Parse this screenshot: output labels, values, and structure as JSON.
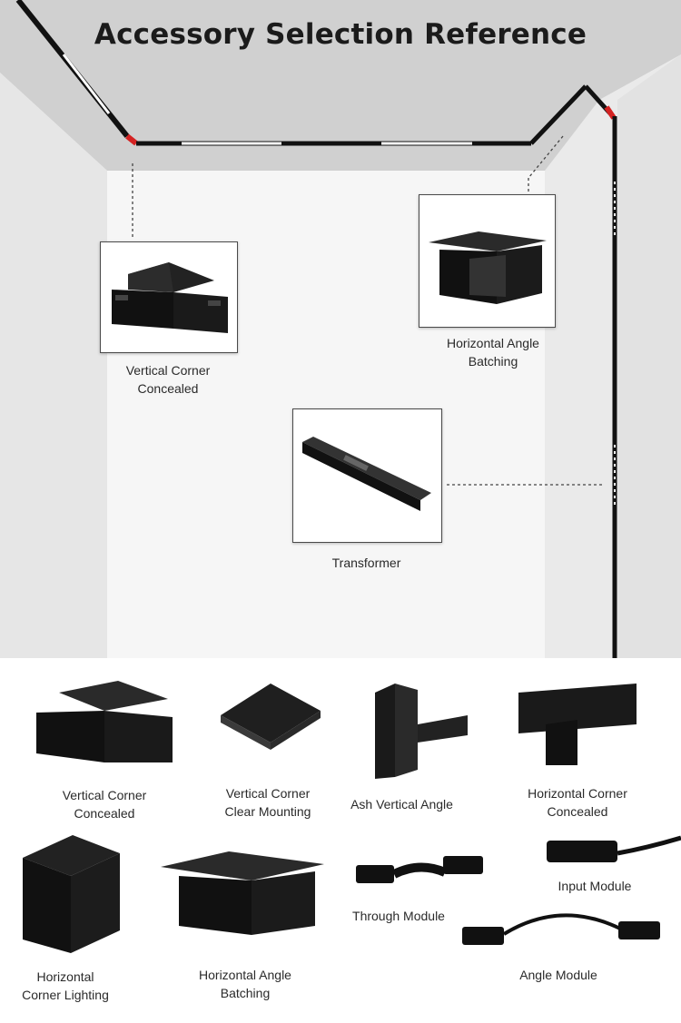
{
  "title": "Accessory Selection Reference",
  "room_callouts": [
    {
      "label": "Vertical Corner\nConcealed"
    },
    {
      "label": "Horizontal Angle\nBatching"
    },
    {
      "label": "Transformer"
    }
  ],
  "products": [
    {
      "label": "Vertical Corner\nConcealed"
    },
    {
      "label": "Vertical Corner\nClear Mounting"
    },
    {
      "label": "Ash Vertical Angle"
    },
    {
      "label": "Horizontal Corner\nConcealed"
    },
    {
      "label": "Horizontal\nCorner Lighting"
    },
    {
      "label": "Horizontal Angle\nBatching"
    },
    {
      "label": "Through Module"
    },
    {
      "label": "Input Module"
    },
    {
      "label": "Angle Module"
    }
  ],
  "colors": {
    "track": "#111111",
    "accent_red": "#d42222",
    "ceiling": "#cfcfcf",
    "wall": "#ececec"
  }
}
